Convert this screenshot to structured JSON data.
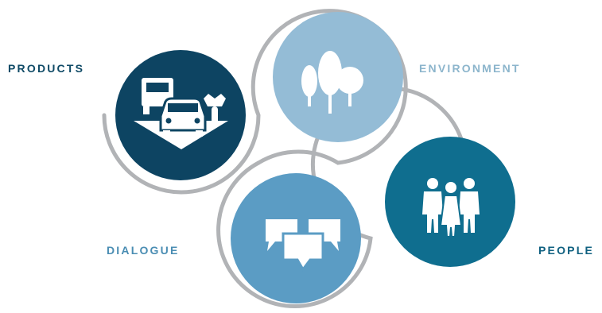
{
  "labels": {
    "products": "PRODUCTS",
    "environment": "ENVIRONMENT",
    "dialogue": "DIALOGUE",
    "people": "PEOPLE"
  },
  "colors": {
    "products": "#0d4462",
    "environment": "#94bcd6",
    "dialogue": "#5b9cc4",
    "people": "#0f6e8f",
    "ring": "#b1b3b6",
    "white": "#ffffff"
  },
  "icons": {
    "products": "vehicles-icon",
    "environment": "trees-icon",
    "dialogue": "speech-bubbles-icon",
    "people": "people-icon"
  }
}
